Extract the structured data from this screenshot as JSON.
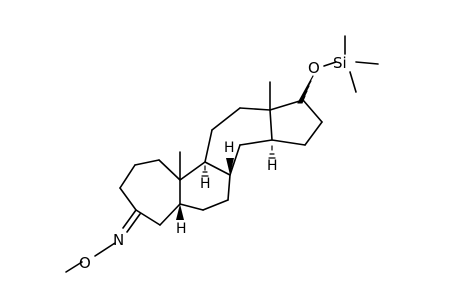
{
  "molecule": {
    "atoms": {
      "oxygen_tms": "O",
      "silicon": "Si",
      "nitrogen": "N",
      "oxygen_methoxy": "O",
      "h_c9": "H",
      "h_c8": "H",
      "h_c14": "H",
      "h_c5": "H"
    }
  }
}
